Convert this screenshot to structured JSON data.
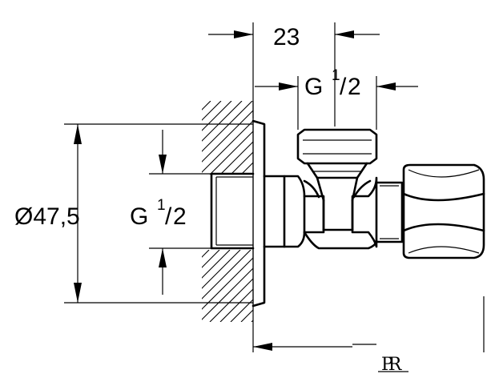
{
  "dimensions": {
    "top_width": "23",
    "top_thread": {
      "main": "G",
      "numerator": "1",
      "slash": "/",
      "denominator": "2"
    },
    "diameter": "Ø47,5",
    "left_thread": {
      "main": "G",
      "numerator": "1",
      "slash": "/",
      "denominator": "2"
    }
  },
  "logo": {
    "text": "PR"
  }
}
